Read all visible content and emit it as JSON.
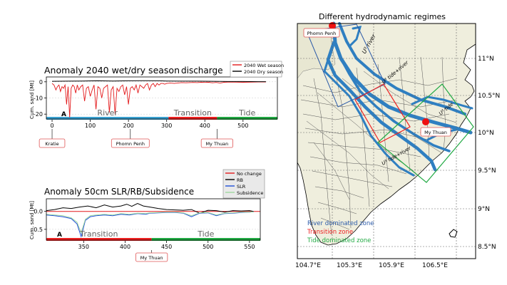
{
  "chart_data": [
    {
      "type": "line",
      "title": "Anomaly 2040 wet/dry season",
      "subtitle": "discharge",
      "ylabel": "Cum. sand [Mt]",
      "panel_letter": "A",
      "ylim": [
        -23,
        3
      ],
      "yticks": [
        0,
        -10,
        -20
      ],
      "xlim": [
        -15,
        590
      ],
      "xticks": [
        0,
        100,
        200,
        300,
        400,
        500
      ],
      "legend_position": "top-right",
      "series": [
        {
          "name": "2040 Wet season",
          "color": "#e31a1c",
          "x": [
            0,
            5,
            10,
            14,
            18,
            22,
            26,
            30,
            34,
            38,
            42,
            46,
            50,
            54,
            58,
            62,
            66,
            70,
            75,
            80,
            85,
            90,
            95,
            100,
            105,
            110,
            115,
            120,
            125,
            130,
            135,
            140,
            145,
            150,
            155,
            160,
            165,
            170,
            175,
            180,
            185,
            190,
            195,
            200,
            205,
            210,
            215,
            220,
            225,
            230,
            235,
            240,
            245,
            250,
            255,
            260,
            265,
            270,
            275,
            280,
            285,
            290,
            295,
            300,
            310,
            320,
            330,
            340,
            350,
            360,
            370,
            380,
            390,
            400,
            410,
            420,
            430,
            440,
            450,
            460,
            480,
            500,
            520,
            540,
            560
          ],
          "y": [
            -1,
            -2,
            -5,
            -3,
            -2,
            -6,
            -3,
            -4,
            -2,
            -14,
            -3,
            -22,
            -4,
            -2,
            -3,
            -7,
            -2,
            -5,
            -3,
            -2,
            -12,
            -4,
            -3,
            -9,
            -5,
            -2,
            -17,
            -3,
            -4,
            -10,
            -4,
            -3,
            -2,
            -19,
            -5,
            -3,
            -20,
            -4,
            -6,
            -3,
            -2,
            -8,
            -3,
            -14,
            -4,
            -3,
            -5,
            -2,
            -7,
            -2,
            -3,
            -4,
            -2,
            -1,
            -5,
            -2,
            -1,
            -3,
            -1,
            -2,
            -1,
            -1,
            -1.5,
            -1,
            -0.8,
            -1,
            -0.7,
            -0.5,
            -0.6,
            -0.5,
            -0.4,
            -0.5,
            -0.3,
            -0.4,
            -0.3,
            -0.6,
            -0.4,
            -0.8,
            -0.3,
            -0.2,
            -0.2,
            -0.3,
            -0.2,
            -0.1,
            -0.1
          ]
        },
        {
          "name": "2040 Dry season",
          "color": "#000000",
          "x": [
            0,
            40,
            80,
            120,
            160,
            200,
            240,
            280,
            300,
            340,
            380,
            420,
            460,
            500,
            540,
            560
          ],
          "y": [
            0.3,
            0.4,
            0.5,
            0.6,
            0.5,
            0.6,
            0.7,
            0.6,
            0.5,
            0.4,
            0.4,
            0.3,
            0.2,
            0.2,
            0.1,
            0.1
          ]
        }
      ],
      "zones": [
        {
          "label": "River",
          "from": -15,
          "to": 305,
          "color": "#3aa0d0"
        },
        {
          "label": "Transition",
          "from": 305,
          "to": 432,
          "color": "#ee2222"
        },
        {
          "label": "Tide",
          "from": 432,
          "to": 590,
          "color": "#22aa44"
        }
      ],
      "markers": [
        {
          "label": "Kratie",
          "x": 0
        },
        {
          "label": "Phomn Penh",
          "x": 205
        },
        {
          "label": "My Thuan",
          "x": 432
        }
      ]
    },
    {
      "type": "line",
      "title": "Anomaly 50cm SLR/RB/Subsidence",
      "ylabel": "Cum. sand [Mt]",
      "panel_letter": "A",
      "ylim": [
        -0.8,
        0.35
      ],
      "yticks": [
        0.0,
        -0.5
      ],
      "xlim": [
        305,
        563
      ],
      "xticks": [
        350,
        400,
        450,
        500,
        550
      ],
      "legend_position": "top-right",
      "series": [
        {
          "name": "No change",
          "color": "#e31a1c",
          "x": [
            305,
            563
          ],
          "y": [
            0,
            0
          ]
        },
        {
          "name": "RB",
          "color": "#000000",
          "x": [
            305,
            315,
            325,
            335,
            345,
            355,
            365,
            375,
            385,
            395,
            402,
            408,
            415,
            422,
            430,
            440,
            450,
            460,
            470,
            480,
            490,
            500,
            510,
            520,
            530,
            540,
            550,
            555
          ],
          "y": [
            0.02,
            0.05,
            0.1,
            0.08,
            0.12,
            0.15,
            0.1,
            0.18,
            0.12,
            0.15,
            0.2,
            0.14,
            0.22,
            0.15,
            0.12,
            0.08,
            0.05,
            0.04,
            0.03,
            0.05,
            -0.05,
            0.03,
            0.02,
            -0.02,
            0.02,
            0.01,
            0.02,
            0.0
          ]
        },
        {
          "name": "SLR",
          "color": "#1f4fd8",
          "x": [
            305,
            315,
            325,
            335,
            342,
            347,
            352,
            358,
            365,
            375,
            385,
            395,
            405,
            415,
            425,
            430,
            440,
            450,
            460,
            470,
            480,
            490,
            500,
            510,
            520,
            530,
            540,
            550,
            555
          ],
          "y": [
            -0.1,
            -0.12,
            -0.15,
            -0.2,
            -0.35,
            -0.7,
            -0.25,
            -0.15,
            -0.12,
            -0.1,
            -0.12,
            -0.08,
            -0.1,
            -0.06,
            -0.08,
            -0.05,
            -0.04,
            -0.03,
            -0.03,
            -0.05,
            -0.15,
            -0.05,
            -0.04,
            -0.12,
            -0.06,
            -0.05,
            -0.03,
            -0.02,
            -0.01
          ]
        },
        {
          "name": "Subsidence",
          "color": "#9fd89f",
          "x": [
            305,
            315,
            325,
            335,
            342,
            347,
            352,
            358,
            365,
            375,
            385,
            395,
            405,
            415,
            425,
            430,
            440,
            450,
            460,
            470,
            480,
            490,
            500,
            510,
            520,
            530,
            540,
            550,
            555
          ],
          "y": [
            -0.08,
            -0.1,
            -0.12,
            -0.18,
            -0.3,
            -0.6,
            -0.22,
            -0.12,
            -0.1,
            -0.08,
            -0.1,
            -0.06,
            -0.08,
            -0.05,
            -0.06,
            -0.04,
            -0.03,
            -0.02,
            -0.02,
            -0.04,
            -0.12,
            -0.04,
            -0.03,
            -0.1,
            -0.05,
            -0.04,
            -0.02,
            -0.02,
            -0.01
          ]
        }
      ],
      "zones": [
        {
          "label": "Transition",
          "from": 305,
          "to": 432,
          "color": "#ee2222"
        },
        {
          "label": "Tide",
          "from": 432,
          "to": 563,
          "color": "#22aa44"
        }
      ],
      "markers": [
        {
          "label": "My Thuan",
          "x": 432
        }
      ]
    }
  ],
  "map": {
    "title": "Different hydrodynamic regimes",
    "x_ticks": [
      "104.7°E",
      "105.3°E",
      "105.9°E",
      "106.5°E"
    ],
    "y_ticks": [
      "11°N",
      "10.5°N",
      "10°N",
      "9.5°N",
      "9°N",
      "8.5°N"
    ],
    "places": [
      {
        "label": "Phomn Penh"
      },
      {
        "label": "My Thuan"
      }
    ],
    "zone_labels": [
      {
        "text": "U³ river",
        "color": "#000000"
      },
      {
        "text": "U³ tide+river",
        "color": "#000000"
      },
      {
        "text": "U³ tide",
        "color": "#000000"
      },
      {
        "text": "U³ tide+river",
        "color": "#000000"
      }
    ],
    "legend": [
      {
        "text": "River dominated zone",
        "color": "#2b5aa8"
      },
      {
        "text": "Transition zone",
        "color": "#ee2222"
      },
      {
        "text": "Tide dominated zone",
        "color": "#22aa44"
      }
    ],
    "colors": {
      "land": "#efeedd",
      "river": "#2f7fc1",
      "sea": "#ffffff",
      "marker": "#ee1111"
    }
  }
}
